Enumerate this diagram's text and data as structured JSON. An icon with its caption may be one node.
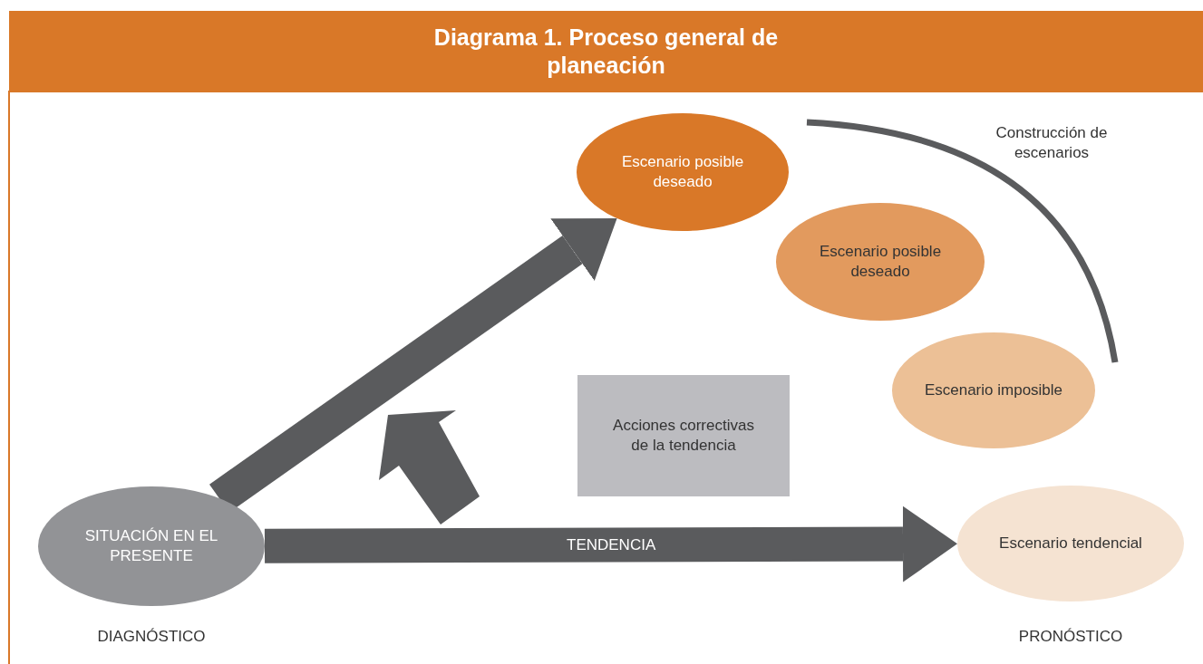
{
  "diagram": {
    "title": "Diagrama 1. Proceso general de planeación",
    "nodes": [
      {
        "text": [
          "Escenario posible deseado"
        ]
      },
      {
        "text": [
          "Escenario posible deseado"
        ]
      },
      {
        "text": [
          "Escenario imposible"
        ]
      },
      {
        "text": [
          "Acciones correctivas de la tendencia"
        ]
      },
      {
        "text": [
          "SITUACIÓN EN EL PRESENTE"
        ]
      },
      {
        "text": [
          "Escenario tendencial"
        ]
      }
    ],
    "edges": [
      {
        "from": 4,
        "to": 0,
        "arrow": "to"
      },
      {
        "from": 4,
        "to": 5,
        "arrow": "to",
        "label": "TENDENCIA"
      }
    ],
    "labels": [
      "Construcción de escenarios",
      "DIAGNÓSTICO",
      "PRONÓSTICO"
    ]
  }
}
